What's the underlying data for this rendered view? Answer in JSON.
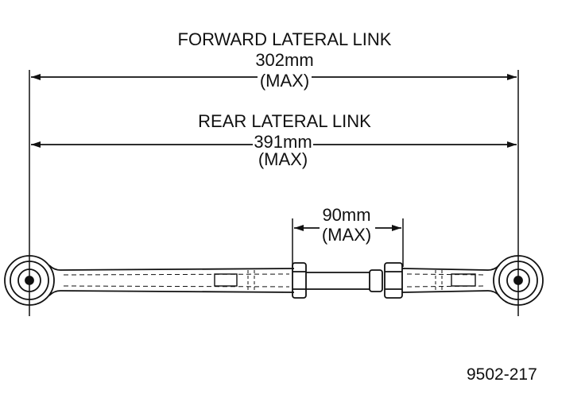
{
  "forward_link": {
    "title": "FORWARD LATERAL LINK",
    "length": "302mm",
    "qualifier": "(MAX)"
  },
  "rear_link": {
    "title": "REAR LATERAL LINK",
    "length": "391mm",
    "qualifier": "(MAX)"
  },
  "adjuster": {
    "length": "90mm",
    "qualifier": "(MAX)"
  },
  "figure_number": "9502-217",
  "colors": {
    "ink": "#111111",
    "background": "#ffffff"
  }
}
